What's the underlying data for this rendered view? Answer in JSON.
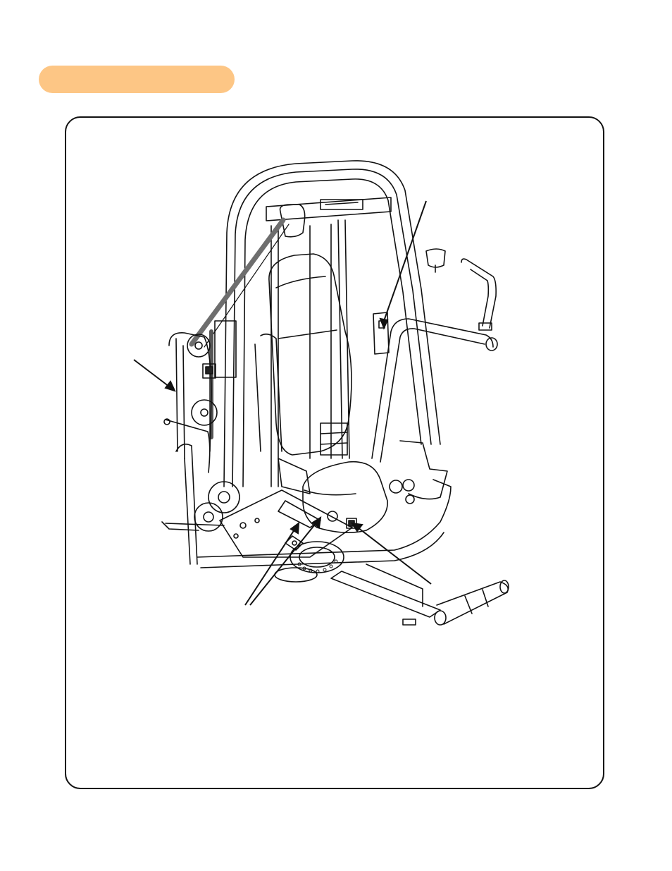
{
  "section_tab": {
    "label": "",
    "color": "#fdc685"
  },
  "figure": {
    "frame_color": "#111111",
    "illustration": "machine-illustration",
    "callouts": [
      {
        "id": "callout-top-right",
        "label": ""
      },
      {
        "id": "callout-left",
        "label": ""
      },
      {
        "id": "callout-bottom-center",
        "label": ""
      },
      {
        "id": "callout-bottom-right",
        "label": ""
      }
    ]
  },
  "page_number": ""
}
